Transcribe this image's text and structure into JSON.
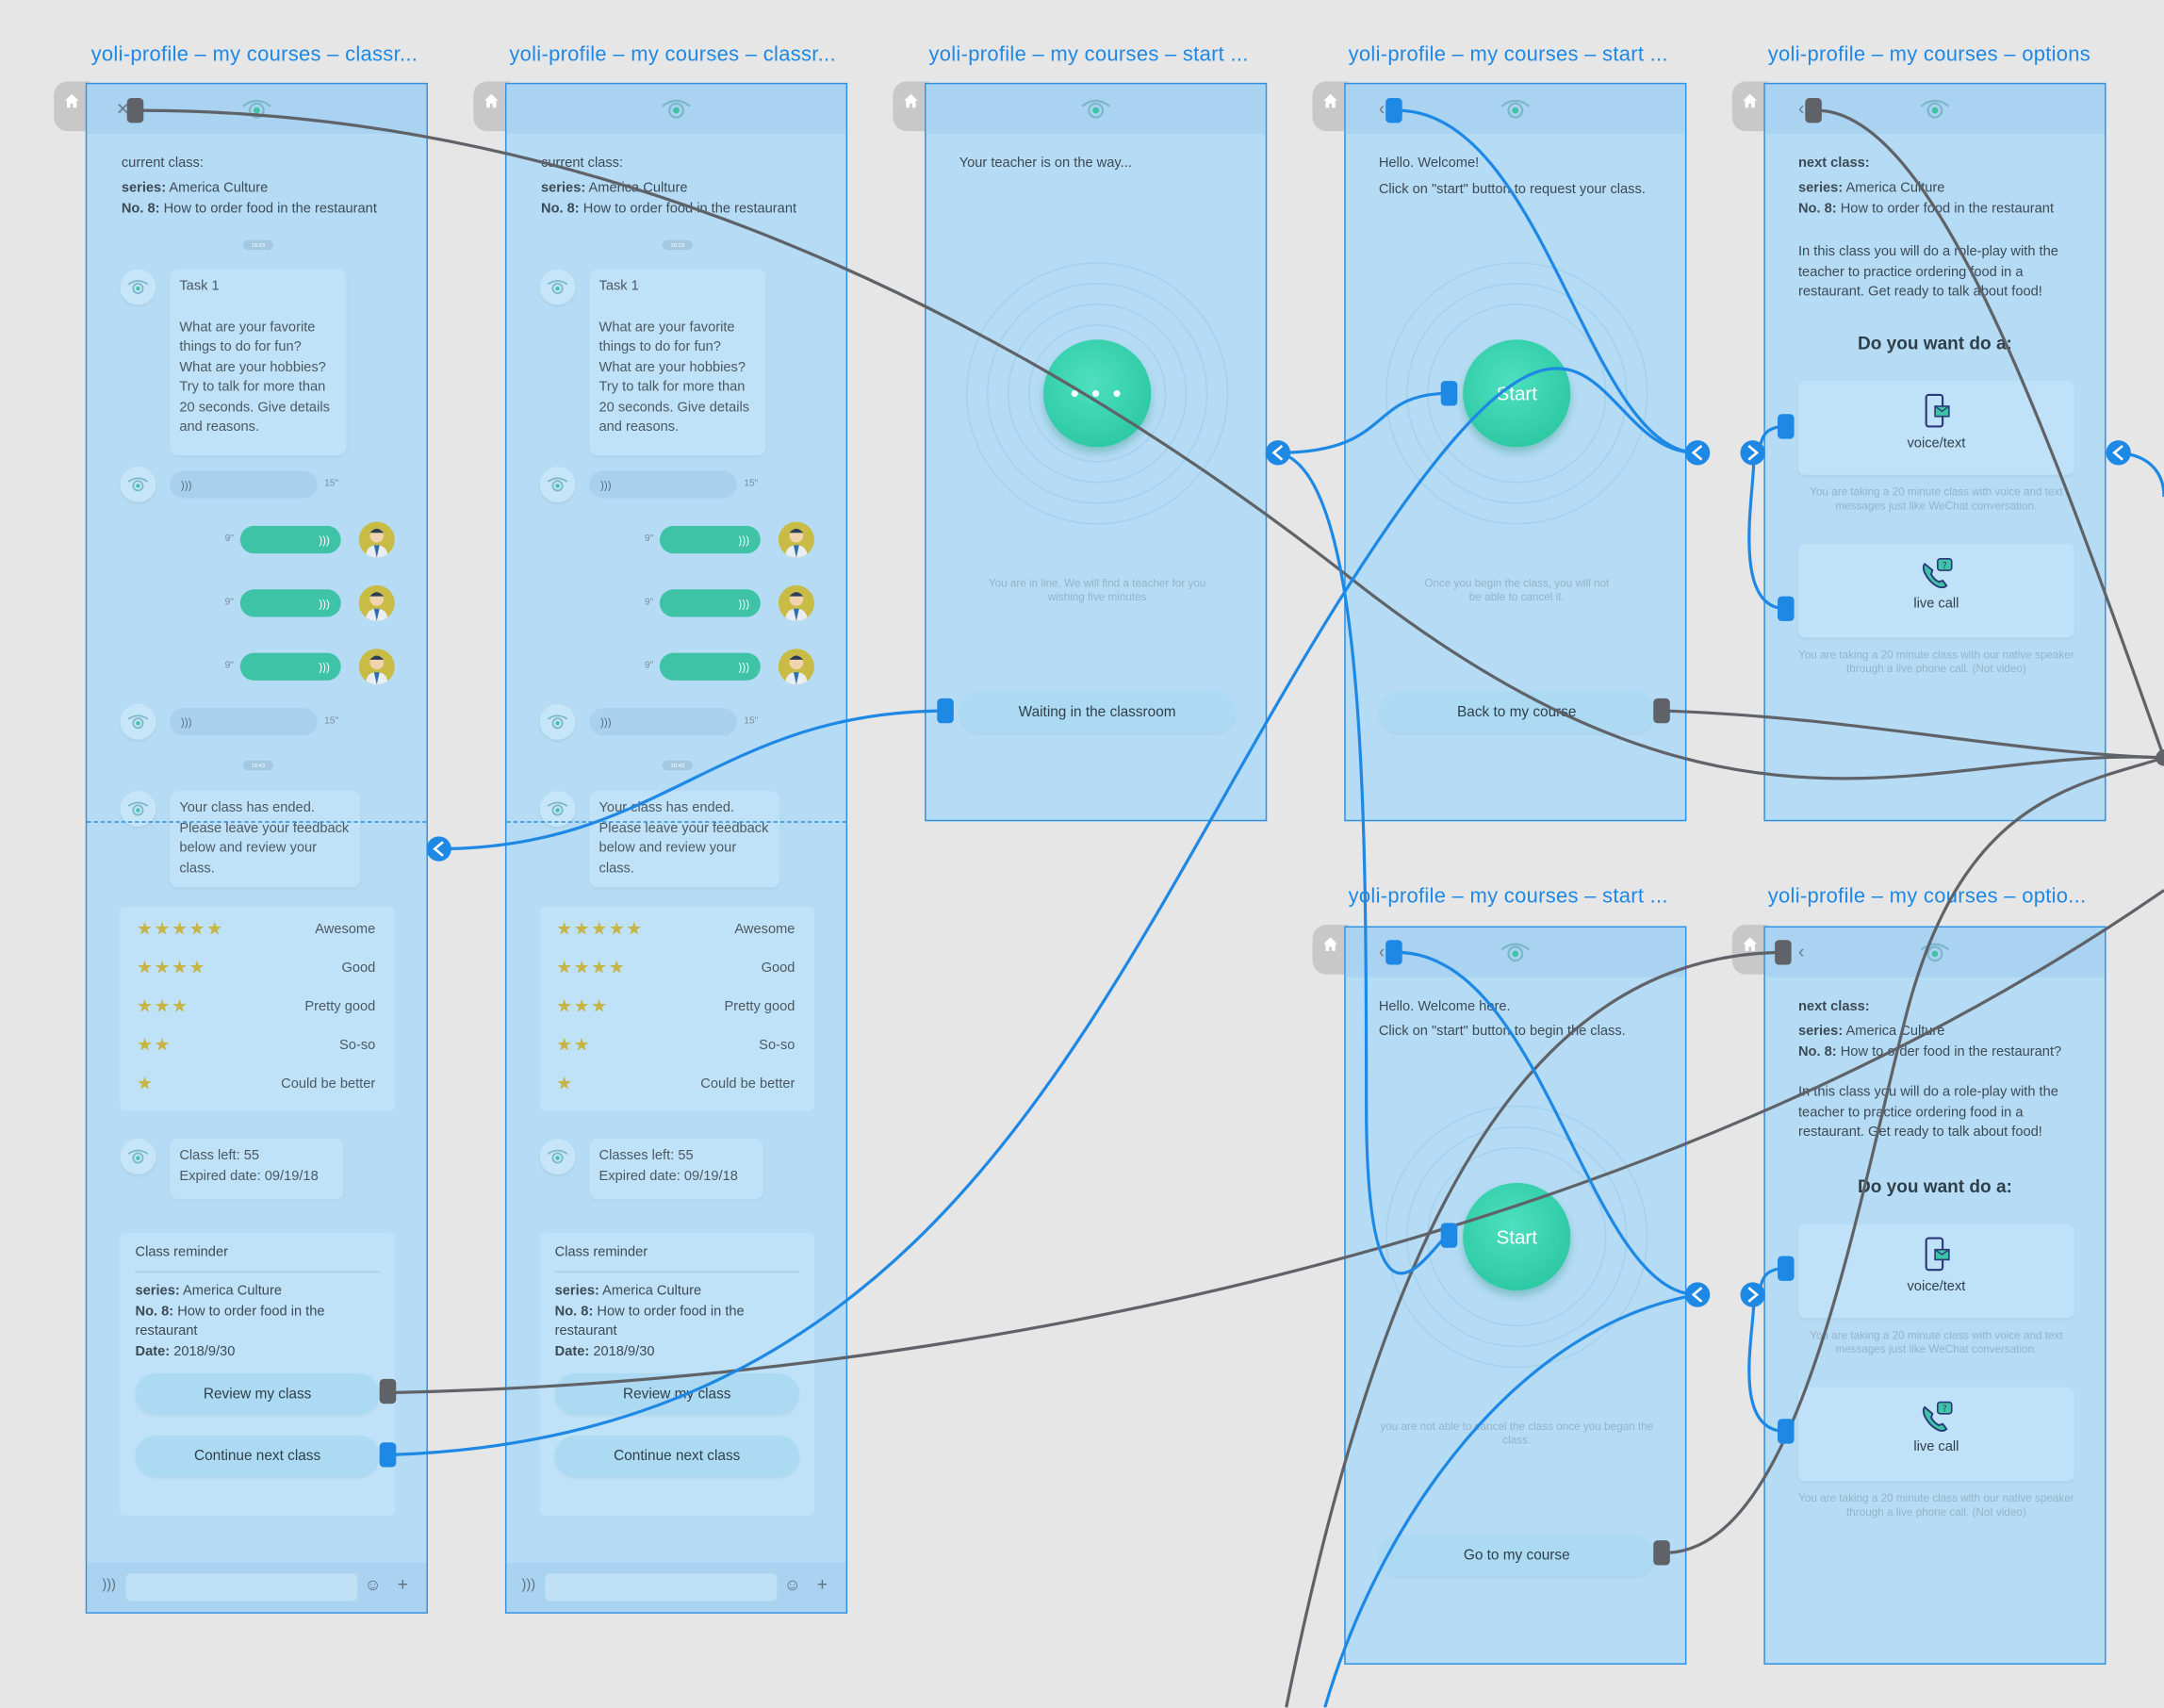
{
  "artboards": {
    "a1_title": "yoli-profile – my courses – classr...",
    "a2_title": "yoli-profile – my courses – classr...",
    "a3_title": "yoli-profile – my courses – start ...",
    "a4_title": "yoli-profile – my courses – start ...",
    "a5_title": "yoli-profile – my courses – options",
    "a6_title": "yoli-profile – my courses – start ...",
    "a7_title": "yoli-profile – my courses – optio..."
  },
  "classroom": {
    "current_class_label": "current class:",
    "series_label": "series:",
    "series_value": "America Culture",
    "no_label": "No. 8:",
    "no_value": "How to order food in the restaurant",
    "time_1": "16:23",
    "time_2": "16:43",
    "task_title": "Task 1",
    "task_body": "What are your favorite things to do for fun? What are your hobbies? Try to talk for more than 20 seconds. Give details and reasons.",
    "voice_bot_1_sec": "15\"",
    "voice_user_sec": "9\"",
    "voice_bot_2_sec": "15\"",
    "ended_msg": "Your class has ended. Please leave your feedback below and review your class.",
    "ratings": [
      "Awesome",
      "Good",
      "Pretty good",
      "So-so",
      "Could be better"
    ],
    "stars": [
      "★★★★★",
      "★★★★",
      "★★★",
      "★★",
      "★"
    ],
    "class_left_a1": "Class left: 55",
    "class_left_a2": "Classes left: 55",
    "expired": "Expired date: 09/19/18",
    "reminder_title": "Class reminder",
    "reminder_series_value": "America Culture",
    "reminder_no_value": "How to order food in the restaurant",
    "date_label": "Date:",
    "date_value": "2018/9/30",
    "review_button": "Review my class",
    "continue_button": "Continue next class"
  },
  "waiting": {
    "teacher_msg": "Your teacher is on the way...",
    "queue_msg": "You are in line. We will find a teacher for you wishing five minutes",
    "button": "Waiting in the classroom"
  },
  "start_request": {
    "hello": "Hello. Welcome!",
    "instruction": "Click on \"start\" button to request your class.",
    "start_label": "Start",
    "note": "Once you begin the class, you will not be able to cancel it.",
    "button": "Back to my course"
  },
  "start_begin": {
    "hello": "Hello. Welcome here.",
    "instruction": "Click on \"start\" button to begin the class.",
    "start_label": "Start",
    "note": "you are not able to cancel the class once you began the class.",
    "button": "Go to my course"
  },
  "options": {
    "next_class_label": "next class:",
    "series_value": "America Culture",
    "no_value_a5": "How to order food in the restaurant",
    "no_value_a7": "How to order food in the restaurant?",
    "desc": "In this class you will do a role-play with the teacher to practice ordering food in a restaurant. Get ready to talk about food!",
    "question": "Do you want do a:",
    "voice_text_label": "voice/text",
    "voice_text_desc": "You are taking a 20 minute class with voice and text messages just like WeChat conversation.",
    "live_call_label": "live call",
    "live_call_desc": "You are taking a 20 minute class with our native speaker through a live phone call. (Not video)"
  },
  "colors": {
    "canvas": "#e6e6e6",
    "artboard_fill": "#b6dcf5",
    "artboard_border": "#2f8fe0",
    "title_blue": "#1e88e5",
    "accent_green": "#3ec3a6",
    "star_gold": "#c6b447",
    "link_grey": "#5f6368",
    "link_blue": "#1e88e5"
  }
}
